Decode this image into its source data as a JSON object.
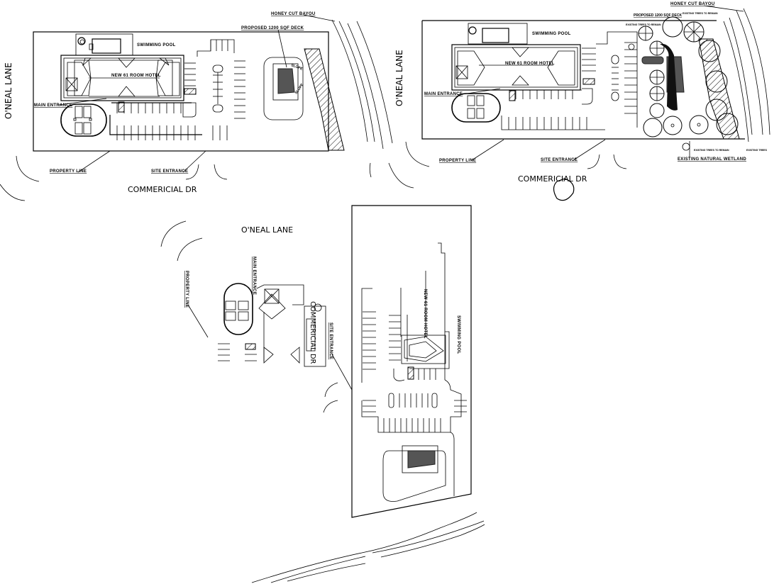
{
  "plans": [
    {
      "id": "plan-1",
      "labels": {
        "road_left": "O'NEAL LANE",
        "road_bottom": "COMMERICIAL DR",
        "pool": "SWIMMING POOL",
        "hotel": "NEW 61 ROOM HOTEL",
        "main_entrance": "MAIN ENTRANCE",
        "property_line": "PROPERTY LINE",
        "site_entrance": "SITE ENTRANCE",
        "bayou": "HONEY CUT BAYOU",
        "proposed": "PROPOSED 1200 SQF DECK",
        "slope_1": "SLOPE",
        "slope_2": "SLOPE"
      }
    },
    {
      "id": "plan-2",
      "labels": {
        "road_left": "O'NEAL LANE",
        "road_bottom": "COMMERICIAL DR",
        "pool": "SWIMMING POOL",
        "hotel": "NEW 61 ROOM HOTEL",
        "main_entrance": "MAIN ENTRANCE",
        "property_line": "PROPERTY LINE",
        "site_entrance": "SITE ENTRANCE",
        "bayou": "HONEY CUT BAYOU",
        "proposed": "PROPOSED 1200 SQF DECK",
        "wetland": "EXISTING NATURAL WETLAND",
        "tree_note_1": "EXISTING TREES TO REMAIN",
        "tree_note_2": "EXISTING TREES TO REMAIN",
        "tree_note_3": "EXISTING TREES TO REMAIN",
        "tree_note_4": "EXISTING TREES"
      }
    },
    {
      "id": "plan-3",
      "labels": {
        "road_top": "O'NEAL LANE",
        "road_right": "COMMERICIAL DR",
        "property_line": "PROPERTY LINE",
        "main_entrance": "MAIN ENTRANCE",
        "site_entrance": "SITE ENTRANCE",
        "hotel": "NEW 61 ROOM HOTEL",
        "pool": "SWIMMING POOL"
      }
    }
  ],
  "colors": {
    "line": "#000000",
    "building_fill": "#555555",
    "background": "#ffffff"
  }
}
